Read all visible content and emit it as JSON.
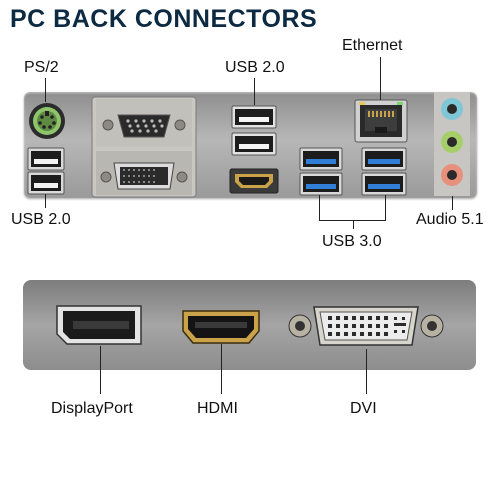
{
  "title": "PC BACK CONNECTORS",
  "top_labels": {
    "ps2": "PS/2",
    "usb20_top": "USB 2.0",
    "ethernet": "Ethernet",
    "usb20_bottom": "USB 2.0",
    "usb30": "USB 3.0",
    "audio": "Audio 5.1"
  },
  "bottom_labels": {
    "displayport": "DisplayPort",
    "hdmi": "HDMI",
    "dvi": "DVI"
  },
  "colors": {
    "title": "#0d2a43",
    "usb3_blue": "#2f7fd6",
    "audio_blue": "#7fc6d6",
    "audio_green": "#a6cf6a",
    "audio_pink": "#e7907c",
    "ps2_green": "#8fc46a",
    "hdmi_gold": "#c9a24a"
  }
}
